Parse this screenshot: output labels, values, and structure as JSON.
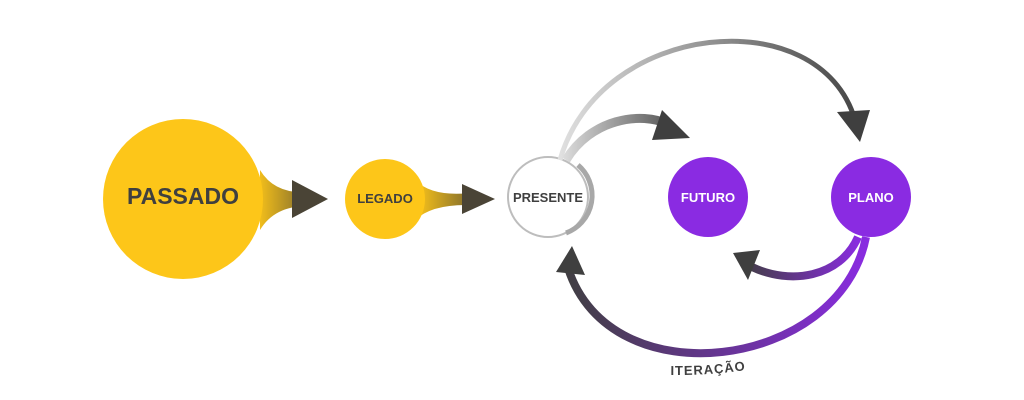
{
  "nodes": {
    "passado": {
      "label": "PASSADO"
    },
    "legado": {
      "label": "LEGADO"
    },
    "presente": {
      "label": "PRESENTE"
    },
    "futuro": {
      "label": "FUTURO"
    },
    "plano": {
      "label": "PLANO"
    }
  },
  "arrows": {
    "iteracao_label": "ITERAÇÃO"
  },
  "colors": {
    "yellow": "#FDC619",
    "purple": "#8A2BE2",
    "dark": "#3F3F3F",
    "outline": "#BDBDBD"
  }
}
